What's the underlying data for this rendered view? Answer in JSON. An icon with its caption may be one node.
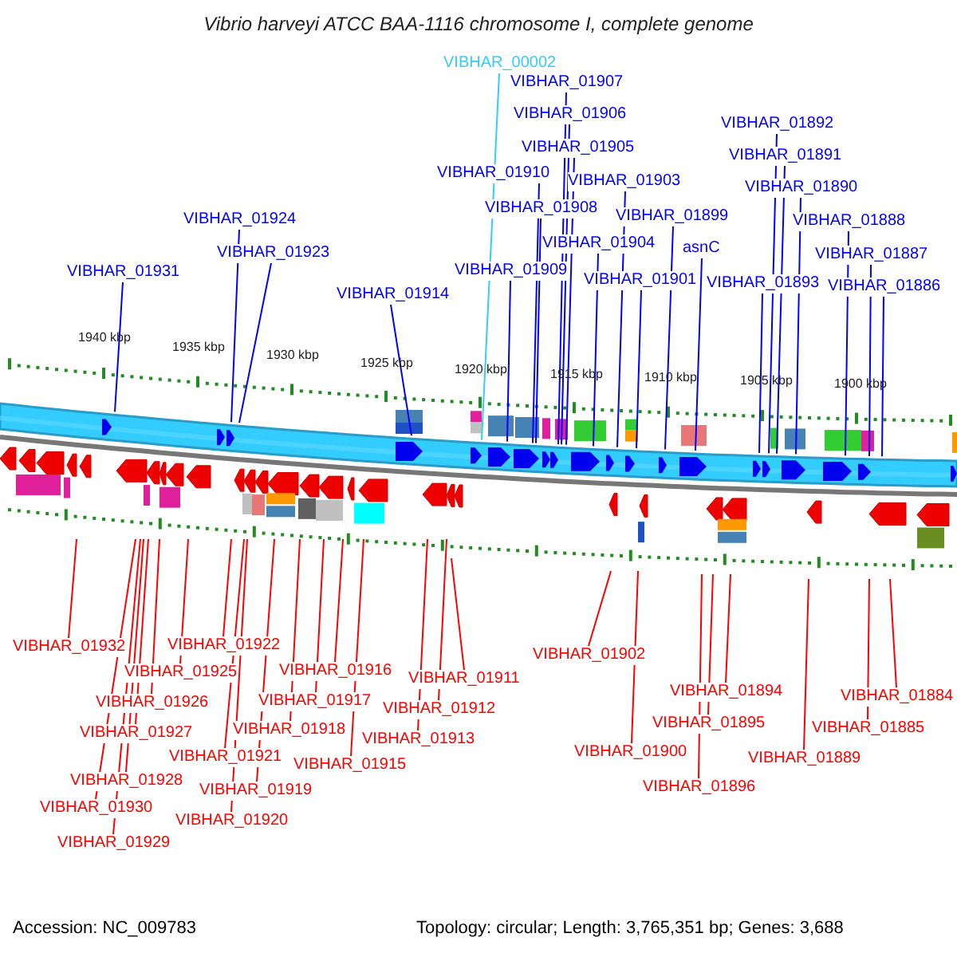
{
  "diagram": {
    "title": "Vibrio harveyi ATCC BAA-1116 chromosome I, complete genome",
    "nodes": [
      {
        "text": [
          "VIBHAR_00002"
        ]
      },
      {
        "text": [
          "VIBHAR_01907"
        ]
      },
      {
        "text": [
          "VIBHAR_01906"
        ]
      },
      {
        "text": [
          "VIBHAR_01892"
        ]
      },
      {
        "text": [
          "VIBHAR_01905"
        ]
      },
      {
        "text": [
          "VIBHAR_01891"
        ]
      },
      {
        "text": [
          "VIBHAR_01910"
        ]
      },
      {
        "text": [
          "VIBHAR_01903"
        ]
      },
      {
        "text": [
          "VIBHAR_01890"
        ]
      },
      {
        "text": [
          "VIBHAR_01908"
        ]
      },
      {
        "text": [
          "VIBHAR_01899"
        ]
      },
      {
        "text": [
          "VIBHAR_01924"
        ]
      },
      {
        "text": [
          "VIBHAR_01888"
        ]
      },
      {
        "text": [
          "VIBHAR_01904"
        ]
      },
      {
        "text": [
          "asnC"
        ]
      },
      {
        "text": [
          "VIBHAR_01923"
        ]
      },
      {
        "text": [
          "VIBHAR_01887"
        ]
      },
      {
        "text": [
          "VIBHAR_01909"
        ]
      },
      {
        "text": [
          "VIBHAR_01931"
        ]
      },
      {
        "text": [
          "VIBHAR_01901"
        ]
      },
      {
        "text": [
          "VIBHAR_01893"
        ]
      },
      {
        "text": [
          "VIBHAR_01886"
        ]
      },
      {
        "text": [
          "VIBHAR_01914"
        ]
      },
      {
        "text": [
          "VIBHAR_01922"
        ]
      },
      {
        "text": [
          "VIBHAR_01932"
        ]
      },
      {
        "text": [
          "VIBHAR_01902"
        ]
      },
      {
        "text": [
          "VIBHAR_01916"
        ]
      },
      {
        "text": [
          "VIBHAR_01925"
        ]
      },
      {
        "text": [
          "VIBHAR_01911"
        ]
      },
      {
        "text": [
          "VIBHAR_01894"
        ]
      },
      {
        "text": [
          "VIBHAR_01884"
        ]
      },
      {
        "text": [
          "VIBHAR_01917"
        ]
      },
      {
        "text": [
          "VIBHAR_01926"
        ]
      },
      {
        "text": [
          "VIBHAR_01912"
        ]
      },
      {
        "text": [
          "VIBHAR_01895"
        ]
      },
      {
        "text": [
          "VIBHAR_01885"
        ]
      },
      {
        "text": [
          "VIBHAR_01918"
        ]
      },
      {
        "text": [
          "VIBHAR_01927"
        ]
      },
      {
        "text": [
          "VIBHAR_01913"
        ]
      },
      {
        "text": [
          "VIBHAR_01900"
        ]
      },
      {
        "text": [
          "VIBHAR_01921"
        ]
      },
      {
        "text": [
          "VIBHAR_01889"
        ]
      },
      {
        "text": [
          "VIBHAR_01915"
        ]
      },
      {
        "text": [
          "VIBHAR_01928"
        ]
      },
      {
        "text": [
          "VIBHAR_01896"
        ]
      },
      {
        "text": [
          "VIBHAR_01919"
        ]
      },
      {
        "text": [
          "VIBHAR_01930"
        ]
      },
      {
        "text": [
          "VIBHAR_01920"
        ]
      },
      {
        "text": [
          "VIBHAR_01929"
        ]
      }
    ],
    "edges": [
      {
        "from": 0,
        "to": null,
        "arrow": "none",
        "color": "#33ccff"
      },
      {
        "from": 1,
        "to": null,
        "arrow": "none",
        "color": "#0000ff"
      },
      {
        "from": 2,
        "to": null,
        "arrow": "none",
        "color": "#0000ff"
      },
      {
        "from": 3,
        "to": null,
        "arrow": "none",
        "color": "#0000ff"
      },
      {
        "from": 4,
        "to": null,
        "arrow": "none",
        "color": "#0000ff"
      },
      {
        "from": 5,
        "to": null,
        "arrow": "none",
        "color": "#0000ff"
      },
      {
        "from": 6,
        "to": null,
        "arrow": "none",
        "color": "#0000ff"
      },
      {
        "from": 7,
        "to": null,
        "arrow": "none",
        "color": "#0000ff"
      },
      {
        "from": 8,
        "to": null,
        "arrow": "none",
        "color": "#0000ff"
      },
      {
        "from": 9,
        "to": null,
        "arrow": "none",
        "color": "#0000ff"
      },
      {
        "from": 10,
        "to": null,
        "arrow": "none",
        "color": "#0000ff"
      },
      {
        "from": 11,
        "to": null,
        "arrow": "none",
        "color": "#0000ff"
      },
      {
        "from": 12,
        "to": null,
        "arrow": "none",
        "color": "#0000ff"
      },
      {
        "from": 13,
        "to": null,
        "arrow": "none",
        "color": "#0000ff"
      },
      {
        "from": 14,
        "to": null,
        "arrow": "none",
        "color": "#0000ff"
      },
      {
        "from": 15,
        "to": null,
        "arrow": "none",
        "color": "#0000ff"
      },
      {
        "from": 16,
        "to": null,
        "arrow": "none",
        "color": "#0000ff"
      },
      {
        "from": 17,
        "to": null,
        "arrow": "none",
        "color": "#0000ff"
      },
      {
        "from": 18,
        "to": null,
        "arrow": "none",
        "color": "#0000ff"
      },
      {
        "from": 19,
        "to": null,
        "arrow": "none",
        "color": "#0000ff"
      },
      {
        "from": 20,
        "to": null,
        "arrow": "none",
        "color": "#0000ff"
      },
      {
        "from": 21,
        "to": null,
        "arrow": "none",
        "color": "#0000ff"
      },
      {
        "from": 22,
        "to": null,
        "arrow": "none",
        "color": "#0000ff"
      },
      {
        "from": 23,
        "to": null,
        "arrow": "none"
      },
      {
        "from": 24,
        "to": null,
        "arrow": "none"
      },
      {
        "from": 25,
        "to": null,
        "arrow": "none"
      },
      {
        "from": 26,
        "to": null,
        "arrow": "none"
      },
      {
        "from": 27,
        "to": null,
        "arrow": "none"
      },
      {
        "from": 28,
        "to": null,
        "arrow": "none"
      },
      {
        "from": 29,
        "to": null,
        "arrow": "none"
      },
      {
        "from": 30,
        "to": null,
        "arrow": "none"
      },
      {
        "from": 31,
        "to": null,
        "arrow": "none"
      },
      {
        "from": 32,
        "to": null,
        "arrow": "none"
      },
      {
        "from": 33,
        "to": null,
        "arrow": "none"
      },
      {
        "from": 34,
        "to": null,
        "arrow": "none"
      },
      {
        "from": 35,
        "to": null,
        "arrow": "none"
      },
      {
        "from": 36,
        "to": null,
        "arrow": "none"
      },
      {
        "from": 37,
        "to": null,
        "arrow": "none"
      },
      {
        "from": 38,
        "to": null,
        "arrow": "none"
      },
      {
        "from": 39,
        "to": null,
        "arrow": "none"
      },
      {
        "from": 40,
        "to": null,
        "arrow": "none"
      },
      {
        "from": 41,
        "to": null,
        "arrow": "none"
      },
      {
        "from": 42,
        "to": null,
        "arrow": "none"
      },
      {
        "from": 43,
        "to": null,
        "arrow": "none"
      },
      {
        "from": 44,
        "to": null,
        "arrow": "none"
      },
      {
        "from": 45,
        "to": null,
        "arrow": "none"
      },
      {
        "from": 46,
        "to": null,
        "arrow": "none"
      },
      {
        "from": 47,
        "to": null,
        "arrow": "none"
      },
      {
        "from": 48,
        "to": null,
        "arrow": "none"
      }
    ],
    "labels": [
      "1940 kbp",
      "1935 kbp",
      "1930 kbp",
      "1925 kbp",
      "1920 kbp",
      "1915 kbp",
      "1910 kbp",
      "1905 kbp",
      "1900 kbp",
      "Accession: NC_009783",
      "Topology: circular; Length: 3,765,351 bp; Genes: 3,688"
    ]
  }
}
